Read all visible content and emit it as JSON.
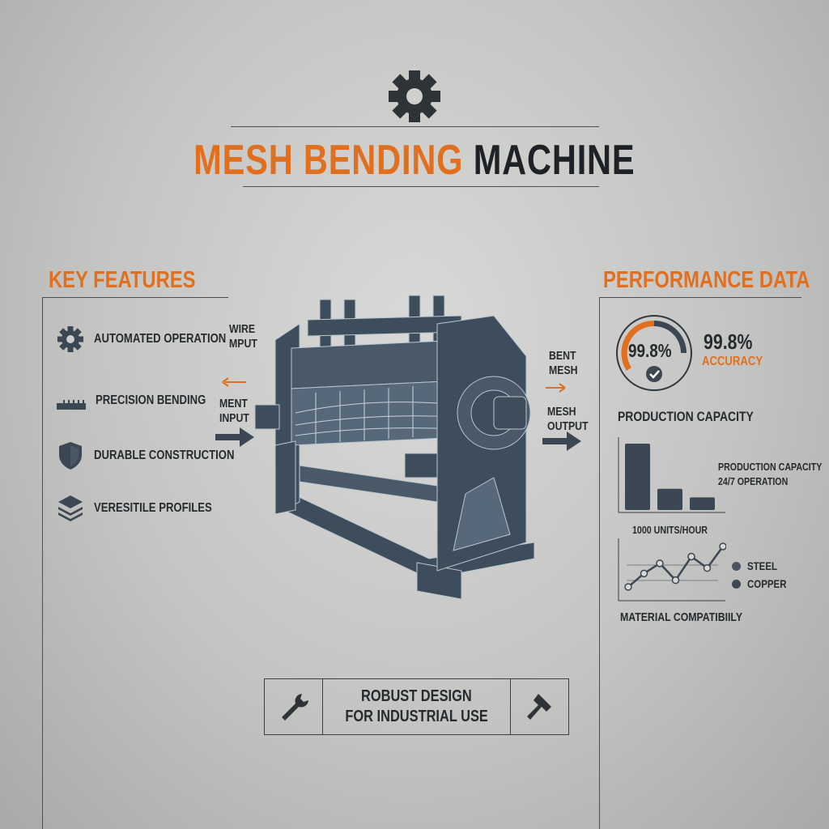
{
  "title": {
    "highlight": "MESH BENDING",
    "rest": "MACHINE"
  },
  "colors": {
    "accent": "#e0701f",
    "dark": "#3b4752",
    "background": "#c8c8c6"
  },
  "key_features": {
    "heading": "KEY FEATURES",
    "items": [
      {
        "icon": "gear-icon",
        "label": "AUTOMATED OPERATION"
      },
      {
        "icon": "ruler-icon",
        "label": "PRECISION BENDING"
      },
      {
        "icon": "shield-icon",
        "label": "DURABLE CONSTRUCTION"
      },
      {
        "icon": "layers-icon",
        "label": "VERESITILE PROFILES"
      }
    ]
  },
  "diagram": {
    "wire_input": [
      "WIRE",
      "MPUT"
    ],
    "ment_input": [
      "MENT",
      "INPUT"
    ],
    "bent_mesh": [
      "BENT",
      "MESH"
    ],
    "mesh_output": [
      "MESH",
      "OUTPUT"
    ]
  },
  "performance": {
    "heading": "PERFORMANCE DATA",
    "gauge_value": "99.8%",
    "gauge_fraction": 0.998,
    "accuracy_value": "99.8%",
    "accuracy_label": "ACCURACY",
    "production_title": "PRODUCTION CAPACITY",
    "bar_values": [
      100,
      32,
      19
    ],
    "production_note": [
      "PRODUCTION CAPACITY",
      "24/7 OPERATION"
    ],
    "units_label": "1000 UNITS/HOUR",
    "line_values": [
      1,
      3,
      4.5,
      2,
      5.5,
      3.8,
      7
    ],
    "legend": [
      "STEEL",
      "COPPER"
    ],
    "material_title": "MATERIAL COMPATIBIILY"
  },
  "banner": {
    "lines": [
      "ROBUST DESIGN",
      "FOR INDUSTRIAL USE"
    ],
    "left_icon": "wrench-icon",
    "right_icon": "hammer-icon"
  }
}
